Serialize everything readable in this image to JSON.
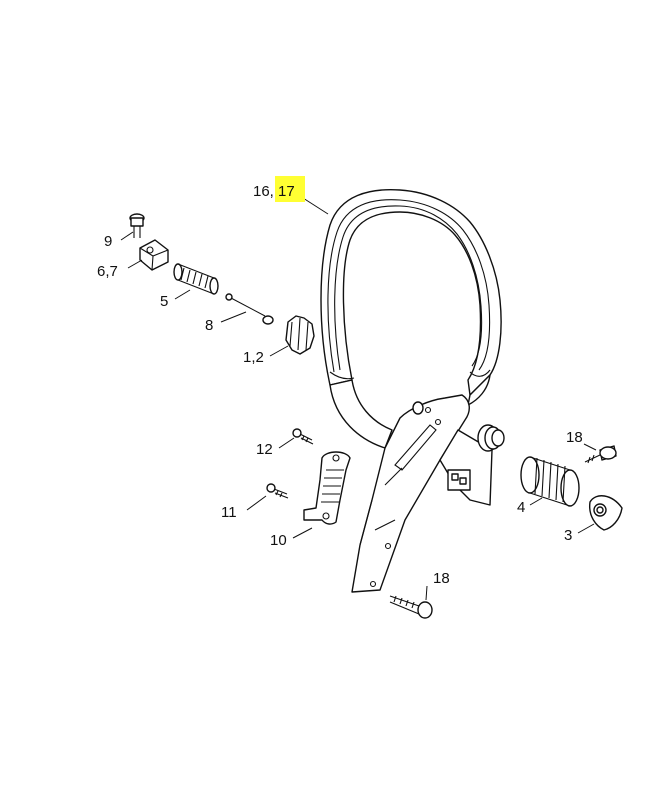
{
  "diagram": {
    "highlight_color": "#ffff33",
    "labels": {
      "p16_17_a": "16,",
      "p16_17_b": "17",
      "p9": "9",
      "p6_7": "6,7",
      "p5": "5",
      "p8": "8",
      "p1_2": "1,2",
      "p12": "12",
      "p11": "11",
      "p10": "10",
      "p18_top": "18",
      "p4": "4",
      "p3": "3",
      "p18_bottom": "18"
    }
  }
}
